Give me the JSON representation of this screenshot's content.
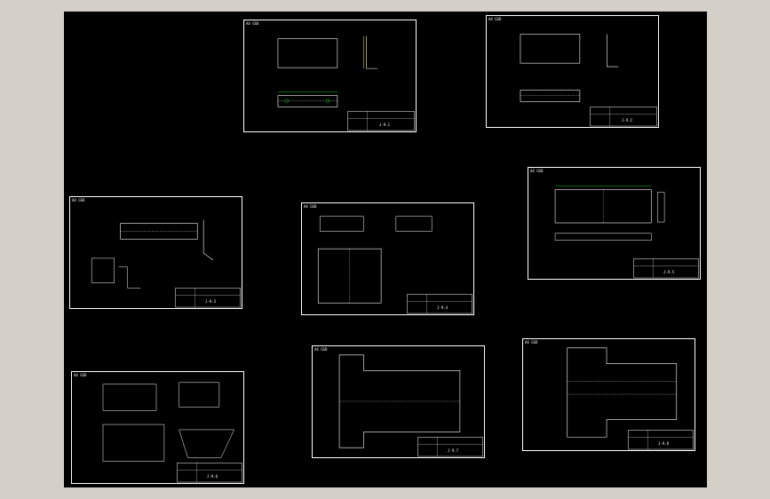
{
  "canvas": {
    "background": "#000000",
    "frame": "#d4d0c8"
  },
  "colors": {
    "line": "#ffffff",
    "dim": "#00ff00",
    "accent": "#ffff00",
    "view": "#ff0000",
    "hatch": "#0000ff"
  },
  "sheets": [
    {
      "id": "s1",
      "tag": "A4 GSO",
      "title": "J-9.1"
    },
    {
      "id": "s2",
      "tag": "A4 GSO",
      "title": "J-9.2"
    },
    {
      "id": "s3",
      "tag": "A4 GSO",
      "title": "J-9.3"
    },
    {
      "id": "s4",
      "tag": "A4 GSO",
      "title": "J-9.4"
    },
    {
      "id": "s5",
      "tag": "A4 GSO",
      "title": "J-9.5"
    },
    {
      "id": "s6",
      "tag": "A4 GSO",
      "title": "J-9.6"
    },
    {
      "id": "s7",
      "tag": "A4 GSO",
      "title": "J-9.7"
    },
    {
      "id": "s8",
      "tag": "A4 GSO",
      "title": "J-9.8"
    }
  ]
}
